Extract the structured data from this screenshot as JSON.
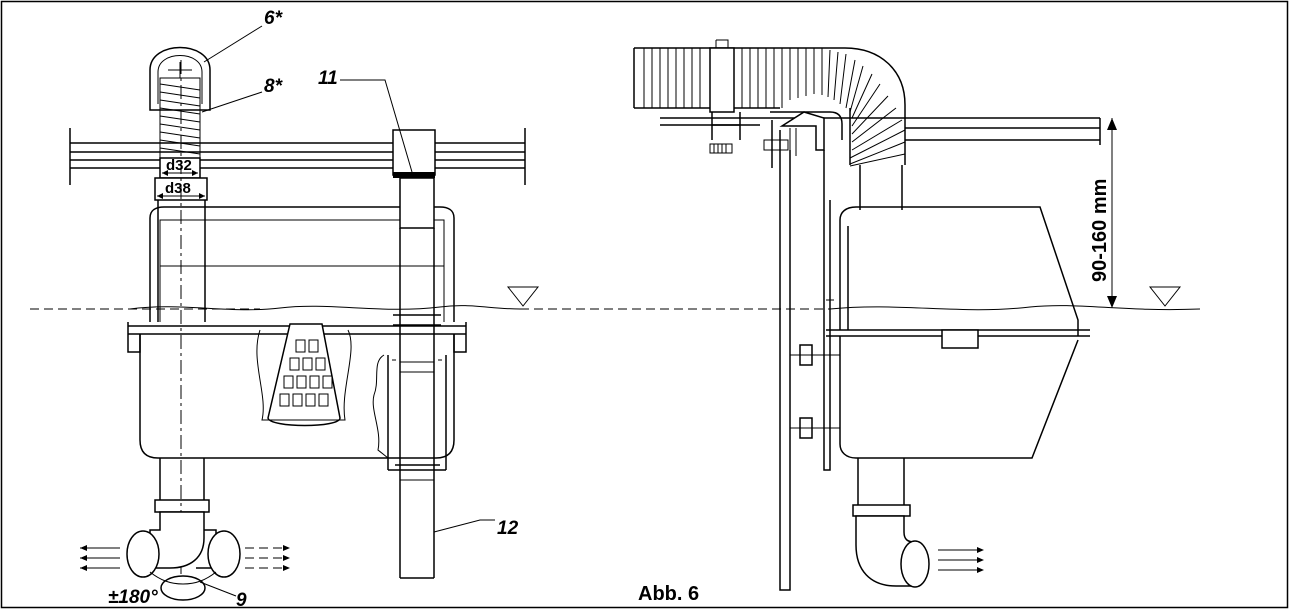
{
  "figure": {
    "caption": "Abb. 6",
    "dimension_range": "90-160 mm",
    "labels": {
      "part_6": "6*",
      "part_8": "8*",
      "part_9": "9",
      "part_11": "11",
      "part_12": "12",
      "rotation": "±180°",
      "diameter_inner": "d32",
      "diameter_outer": "d38"
    }
  }
}
